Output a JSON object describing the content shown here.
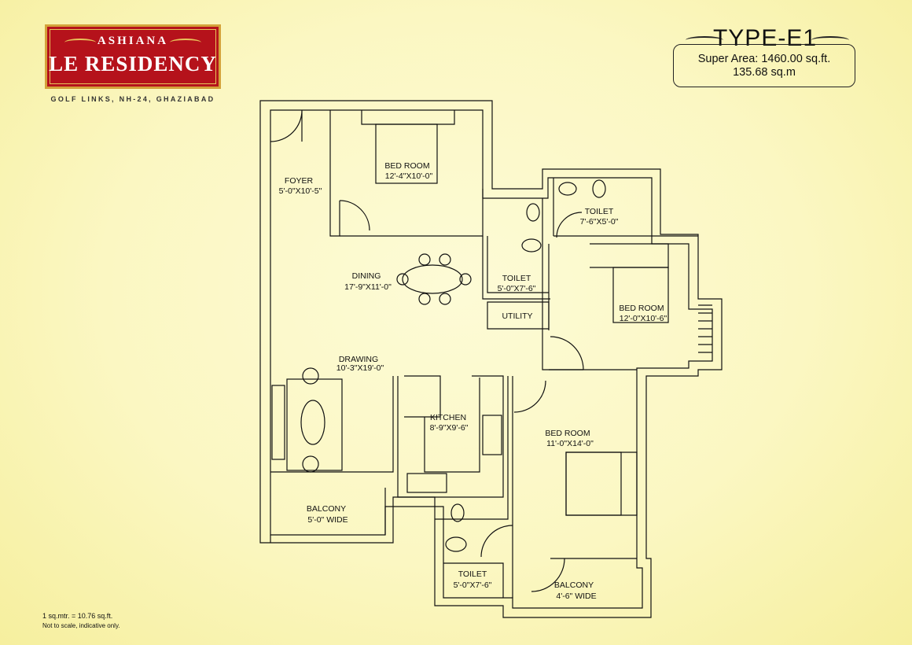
{
  "logo": {
    "brand": "ASHIANA",
    "name": "LE RESIDENCY",
    "location": "GOLF LINKS, NH-24, GHAZIABAD"
  },
  "plan_type": "TYPE-E1",
  "area": {
    "super_area": "Super Area: 1460.00 sq.ft.",
    "metric": "135.68 sq.m"
  },
  "rooms": {
    "foyer": {
      "name": "FOYER",
      "size": "5'-0\"X10'-5\""
    },
    "bedroom1": {
      "name": "BED ROOM",
      "size": "12'-4\"X10'-0\""
    },
    "toilet1": {
      "name": "TOILET",
      "size": "7'-6\"X5'-0\""
    },
    "dining": {
      "name": "DINING",
      "size": "17'-9\"X11'-0\""
    },
    "toilet2": {
      "name": "TOILET",
      "size": "5'-0\"X7'-6\""
    },
    "utility": {
      "name": "UTILITY"
    },
    "bedroom2": {
      "name": "BED ROOM",
      "size": "12'-0\"X10'-6\""
    },
    "drawing": {
      "name": "DRAWING",
      "size": "10'-3\"X19'-0\""
    },
    "kitchen": {
      "name": "KITCHEN",
      "size": "8'-9\"X9'-6\""
    },
    "bedroom3": {
      "name": "BED ROOM",
      "size": "11'-0\"X14'-0\""
    },
    "balcony1": {
      "name": "BALCONY",
      "size": "5'-0\" WIDE"
    },
    "toilet3": {
      "name": "TOILET",
      "size": "5'-0\"X7'-6\""
    },
    "balcony2": {
      "name": "BALCONY",
      "size": "4'-6\" WIDE"
    }
  },
  "notes": {
    "conversion": "1 sq.mtr. = 10.76 sq.ft.",
    "disclaimer": "Not to scale, indicative only."
  }
}
